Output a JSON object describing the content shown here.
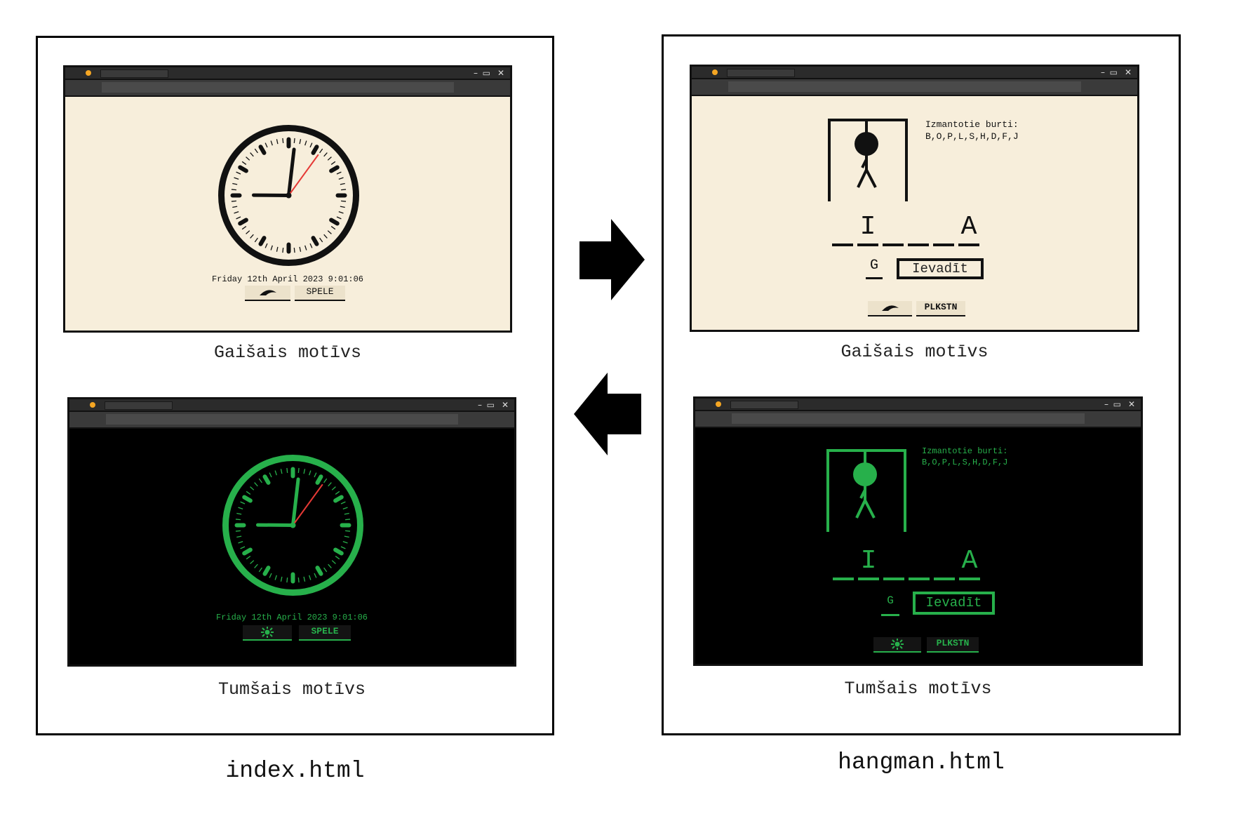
{
  "colors": {
    "light_bg": "#f7eedb",
    "dark_bg": "#000000",
    "dark_accent": "#27b04b",
    "second_hand": "#e53935",
    "browser_chrome": "#2b2b2b"
  },
  "index": {
    "filename": "index.html",
    "light_caption": "Gaišais motīvs",
    "dark_caption": "Tumšais motīvs",
    "datetime": "Friday 12th April 2023 9:01:06",
    "theme_button_icon_light": "moon-icon",
    "theme_button_icon_dark": "sun-icon",
    "game_button_light": "SPELE",
    "game_button_dark": "SPELE",
    "clock_time": {
      "hour": 9,
      "minute": 1,
      "second": 6
    }
  },
  "hangman": {
    "filename": "hangman.html",
    "light_caption": "Gaišais motīvs",
    "dark_caption": "Tumšais motīvs",
    "used_letters_label": "Izmantotie burti:",
    "used_letters": "B,O,P,L,S,H,D,F,J",
    "word_letters": [
      "",
      "I",
      "",
      "",
      "",
      "A"
    ],
    "guess_value": "G",
    "submit_label": "Ievadīt",
    "clock_button_light": "PLKSTN",
    "clock_button_dark": "PLKSTN",
    "theme_button_icon_light": "moon-icon",
    "theme_button_icon_dark": "sun-icon"
  },
  "arrows": {
    "right": "arrow-right-icon",
    "left": "arrow-left-icon"
  }
}
